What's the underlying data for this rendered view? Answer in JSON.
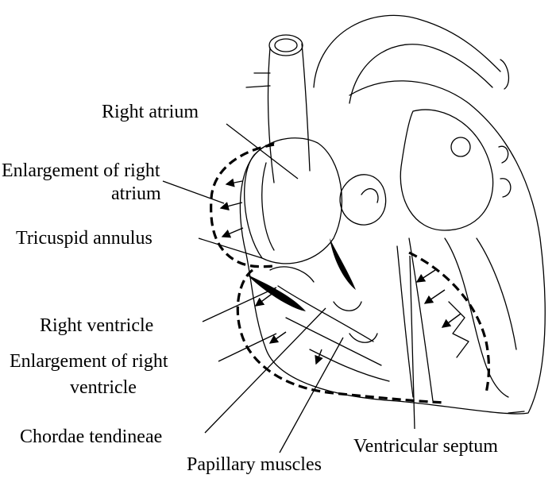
{
  "title": "Heart anatomy with right atrial and ventricular enlargement",
  "labels": {
    "right_atrium": "Right atrium",
    "enlargement_atrium_1": "Enlargement of right",
    "enlargement_atrium_2": "atrium",
    "tricuspid_annulus": "Tricuspid annulus",
    "right_ventricle": "Right ventricle",
    "enlargement_ventricle_1": "Enlargement of right",
    "enlargement_ventricle_2": "ventricle",
    "chordae_tendineae": "Chordae tendineae",
    "papillary_muscles": "Papillary muscles",
    "ventricular_septum": "Ventricular septum"
  }
}
